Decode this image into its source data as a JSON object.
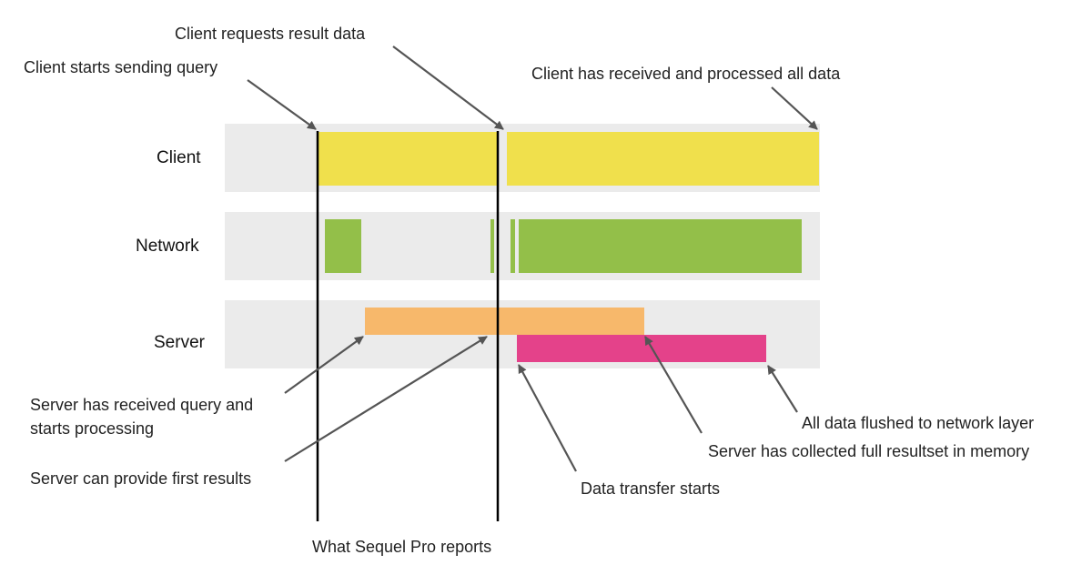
{
  "rows": {
    "client": "Client",
    "network": "Network",
    "server": "Server"
  },
  "annotations": {
    "client_starts_sending_query": "Client starts sending query",
    "client_requests_result_data": "Client requests result data",
    "client_received_all_data": "Client has received and processed all data",
    "server_received_query_line1": "Server has received query and",
    "server_received_query_line2": "starts processing",
    "server_first_results": "Server can provide first results",
    "data_transfer_starts": "Data transfer starts",
    "all_data_flushed": "All data flushed to network layer",
    "server_collected_resultset": "Server has collected full resultset in memory",
    "what_sequel_pro_reports": "What Sequel Pro reports"
  },
  "colors": {
    "lane_bg": "#ebebeb",
    "client_bar": "#f0e04c",
    "network_bar": "#93bf49",
    "server_processing_bar": "#f7b86b",
    "server_transfer_bar": "#e4428a",
    "marker_line": "#000000",
    "arrow": "#555555"
  }
}
